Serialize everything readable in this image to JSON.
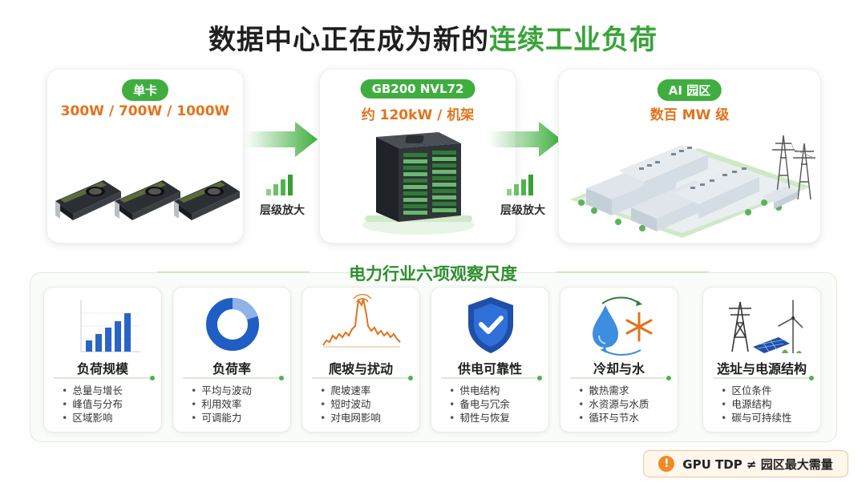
{
  "title": {
    "main": "数据中心正在成为新的",
    "highlight": "连续工业负荷"
  },
  "scales": [
    {
      "label": "单卡",
      "power": "300W / 700W / 1000W"
    },
    {
      "label": "GB200 NVL72",
      "power": "约 120kW / 机架"
    },
    {
      "label": "AI 园区",
      "power": "数百 MW 级"
    }
  ],
  "amplify": [
    {
      "label": "层级放大"
    },
    {
      "label": "层级放大"
    }
  ],
  "section": {
    "title": "电力行业六项观察尺度"
  },
  "dimensions": [
    {
      "title": "负荷规模",
      "icon": "bar-chart-icon",
      "items": [
        "总量与增长",
        "峰值与分布",
        "区域影响"
      ]
    },
    {
      "title": "负荷率",
      "icon": "donut-chart-icon",
      "items": [
        "平均与波动",
        "利用效率",
        "可调能力"
      ]
    },
    {
      "title": "爬坡与扰动",
      "icon": "waveform-signal-icon",
      "items": [
        "爬坡速率",
        "短时波动",
        "对电网影响"
      ]
    },
    {
      "title": "供电可靠性",
      "icon": "shield-check-icon",
      "items": [
        "供电结构",
        "备电与冗余",
        "韧性与恢复"
      ]
    },
    {
      "title": "冷却与水",
      "icon": "water-snowflake-icon",
      "items": [
        "散热需求",
        "水资源与水质",
        "循环与节水"
      ]
    },
    {
      "title": "选址与电源结构",
      "icon": "power-tower-solar-wind-icon",
      "items": [
        "区位条件",
        "电源结构",
        "碳与可持续性"
      ]
    }
  ],
  "note": {
    "icon": "warning-icon",
    "text": "GPU TDP ≠ 园区最大需量"
  },
  "colors": {
    "accent_green": "#3fae3f",
    "power_orange": "#e2731c",
    "note_orange": "#f08a24"
  }
}
